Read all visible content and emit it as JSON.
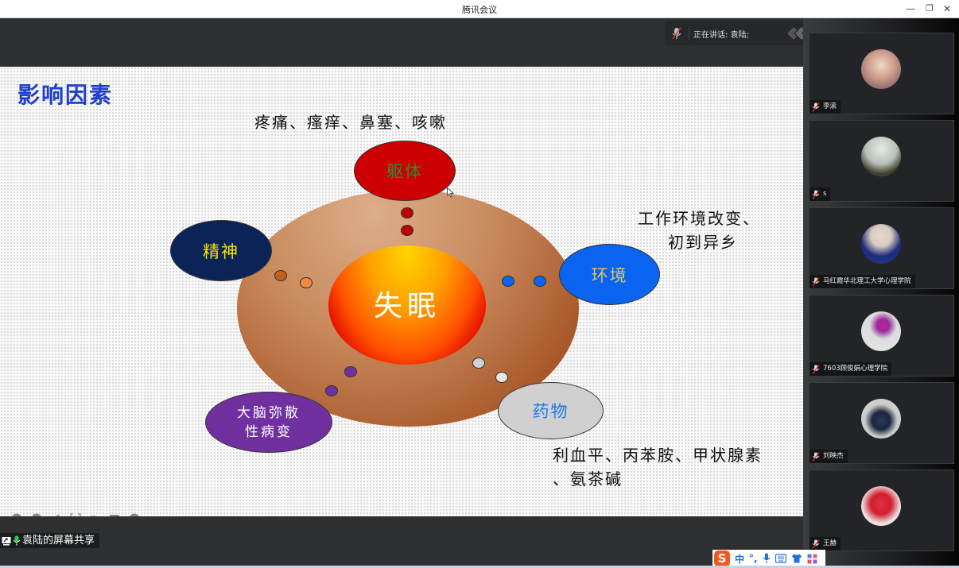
{
  "window": {
    "title": "腾讯会议",
    "minimize": "—",
    "restore": "❐",
    "close": "✕"
  },
  "speaking": {
    "label": "正在讲话: 袁陆;"
  },
  "slide": {
    "title": "影响因素",
    "core": "失眠",
    "nodes": {
      "body": {
        "label": "躯体",
        "color": "#cc0000",
        "text_color": "#2e8b3a"
      },
      "mind": {
        "label": "精神",
        "color": "#0b2457",
        "text_color": "#f5e400"
      },
      "env": {
        "label": "环境",
        "color": "#0a64f0",
        "text_color": "#e8c45a"
      },
      "brain": {
        "label_line1": "大脑弥散",
        "label_line2": "性病变",
        "color": "#7030a0",
        "text_color": "#ffffff"
      },
      "drug": {
        "label": "药物",
        "color": "#d0d0d0",
        "text_color": "#1e7be8"
      }
    },
    "captions": {
      "body": "疼痛、瘙痒、鼻塞、咳嗽",
      "env_line1": "工作环境改变、",
      "env_line2": "初到异乡",
      "drug_line1": "利血平、丙苯胺、甲状腺素",
      "drug_line2": "、氨茶碱"
    },
    "toolbar_icons": [
      "prev-icon",
      "next-icon",
      "pen-icon",
      "focus-icon",
      "video-icon",
      "comment-icon",
      "more-icon"
    ]
  },
  "share": {
    "label": "袁陆的屏幕共享"
  },
  "participants": [
    {
      "name": "李滚",
      "avatar_color": "#b88a7a"
    },
    {
      "name": "s",
      "avatar_color": "#8a9488"
    },
    {
      "name": "马红霞华北理工大学心理学院",
      "avatar_color": "#3f4f8a"
    },
    {
      "name": "7603顾俊娟心理学院",
      "avatar_color": "#b05ab8"
    },
    {
      "name": "刘映杰",
      "avatar_color": "#4a5a6a"
    },
    {
      "name": "王赫",
      "avatar_color": "#d02a30"
    }
  ],
  "ime": {
    "logo": "S",
    "mode": "中",
    "punct": "°,",
    "icons": [
      "mic-icon",
      "keyboard-icon",
      "skin-icon",
      "apps-icon"
    ]
  }
}
